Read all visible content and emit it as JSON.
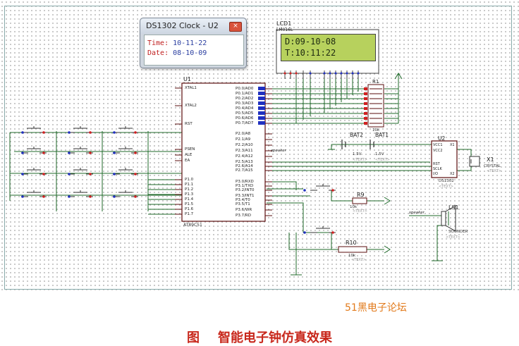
{
  "clock_window": {
    "title": "DS1302 Clock - U2",
    "close_glyph": "×",
    "time_label": "Time:",
    "time_value": "10-11-22",
    "date_label": "Date:",
    "date_value": "08-10-09"
  },
  "lcd": {
    "ref": "LCD1",
    "part": "LM016L",
    "line1": "D:09-10-08",
    "line2": "T:10:11:22"
  },
  "mcu": {
    "ref": "U1",
    "part": "AT89C51",
    "left_pins": [
      "XTAL1",
      "XTAL2",
      "RST",
      "PSEN",
      "ALE",
      "EA",
      "P1.0",
      "P1.1",
      "P1.2",
      "P1.3",
      "P1.4",
      "P1.5",
      "P1.6",
      "P1.7"
    ],
    "right_pins": [
      "P0.0/AD0",
      "P0.1/AD1",
      "P0.2/AD2",
      "P0.3/AD3",
      "P0.4/AD4",
      "P0.5/AD5",
      "P0.6/AD6",
      "P0.7/AD7",
      "P2.0/A8",
      "P2.1/A9",
      "P2.2/A10",
      "P2.3/A11",
      "P2.4/A12",
      "P2.5/A13",
      "P2.6/A14",
      "P2.7/A15",
      "P3.0/RXD",
      "P3.1/TXD",
      "P3.2/INT0",
      "P3.3/INT1",
      "P3.4/T0",
      "P3.5/T1",
      "P3.6/WR",
      "P3.7/RD"
    ]
  },
  "rtc": {
    "ref": "U2",
    "part": "DS1302",
    "pins_left": [
      "VCC1",
      "VCC2",
      "RST",
      "SCLK",
      "I/O"
    ],
    "pins_right": [
      "X1",
      "X2"
    ]
  },
  "crystal": {
    "ref": "X1",
    "part": "CRYSTAL"
  },
  "resistor_pack": {
    "ref": "R1",
    "part": "10k"
  },
  "batteries": [
    {
      "ref": "BAT2",
      "part": "1.5V"
    },
    {
      "ref": "BAT1",
      "part": "1.5V"
    }
  ],
  "resistors": [
    {
      "ref": "R9",
      "part": "10k"
    },
    {
      "ref": "R10",
      "part": "10k"
    }
  ],
  "buzzer": {
    "ref": "LS1",
    "part": "SOUNDER"
  },
  "net_labels": {
    "speaker_a": "speaker",
    "speaker_b": "speaker"
  },
  "text_placeholder": "<TEXT>",
  "watermark": "51黑电子论坛",
  "caption": {
    "prefix": "图",
    "title": "智能电子钟仿真效果"
  }
}
